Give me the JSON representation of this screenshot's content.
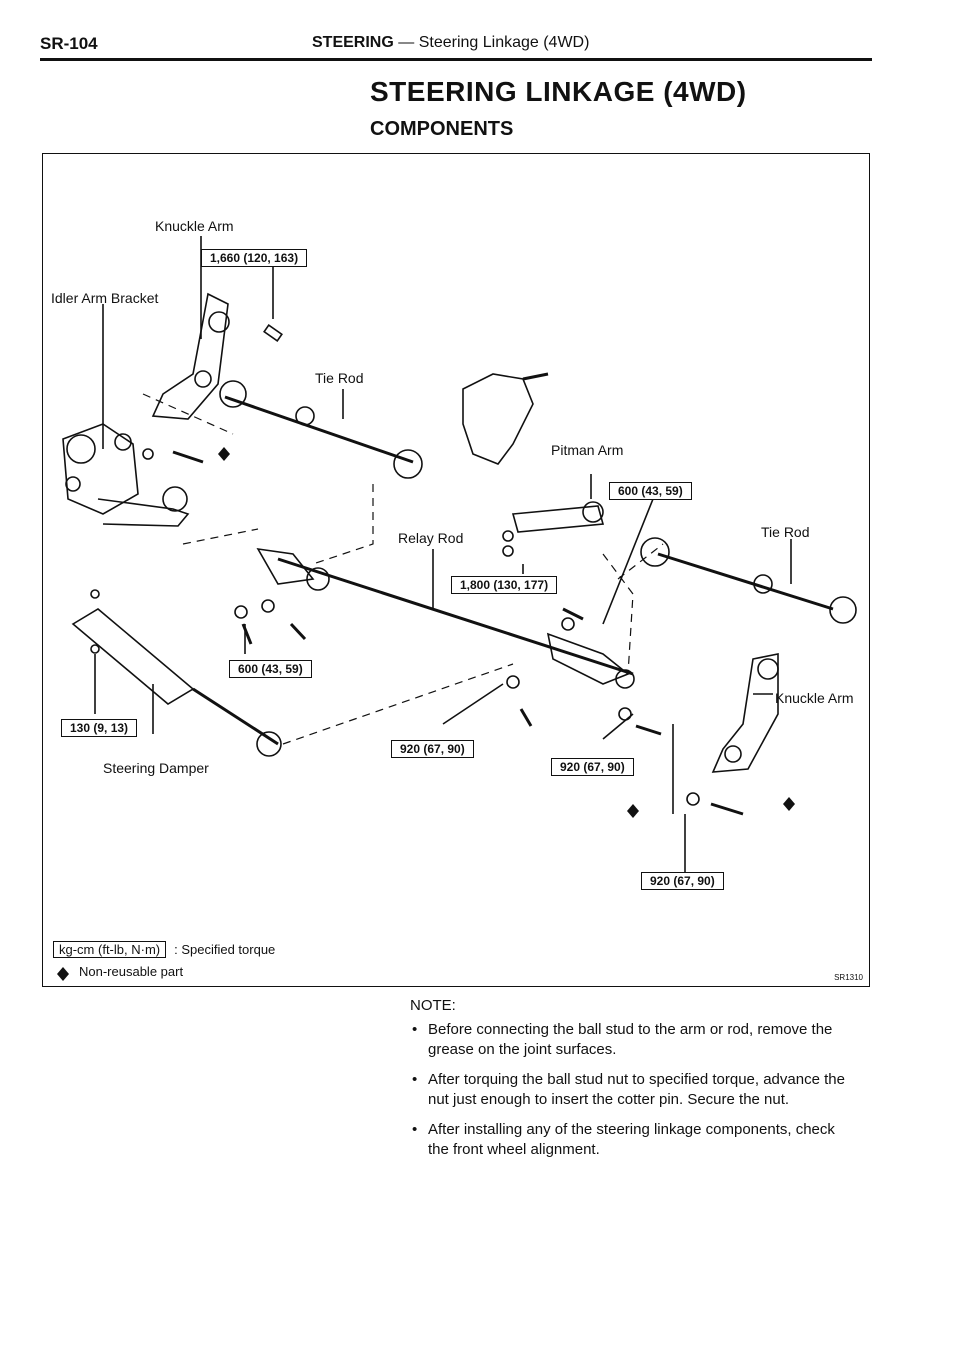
{
  "header": {
    "page_number": "SR-104",
    "section": "STEERING",
    "subsection": "— Steering Linkage (4WD)"
  },
  "title": "STEERING LINKAGE (4WD)",
  "subtitle": "COMPONENTS",
  "diagram": {
    "labels": {
      "knuckle_arm_left": "Knuckle Arm",
      "idler_arm_bracket": "Idler Arm Bracket",
      "tie_rod_left": "Tie Rod",
      "pitman_arm": "Pitman Arm",
      "relay_rod": "Relay Rod",
      "tie_rod_right": "Tie Rod",
      "knuckle_arm_right": "Knuckle Arm",
      "steering_damper": "Steering Damper"
    },
    "torques": {
      "knuckle_arm": "1,660 (120, 163)",
      "pitman_arm": "600 (43, 59)",
      "relay_rod": "1,800 (130, 177)",
      "idler_arm": "600 (43, 59)",
      "steering_damper": "130 (9, 13)",
      "relay_tie_left": "920 (67, 90)",
      "relay_tie_right": "920 (67, 90)",
      "knuckle_arm_right": "920 (67, 90)"
    },
    "legend": {
      "torque_unit": "kg-cm (ft-lb, N·m)",
      "torque_desc": ": Specified torque",
      "nonreusable_desc": "Non-reusable part"
    },
    "figure_code": "SR1310"
  },
  "note": {
    "heading": "NOTE:",
    "items": [
      "Before connecting the ball stud to the arm or rod, remove the grease on the joint surfaces.",
      "After torquing the ball stud nut to specified torque, advance the nut just enough to insert the cotter pin. Secure the nut.",
      "After installing any of the steering linkage components, check the front wheel alignment."
    ]
  }
}
